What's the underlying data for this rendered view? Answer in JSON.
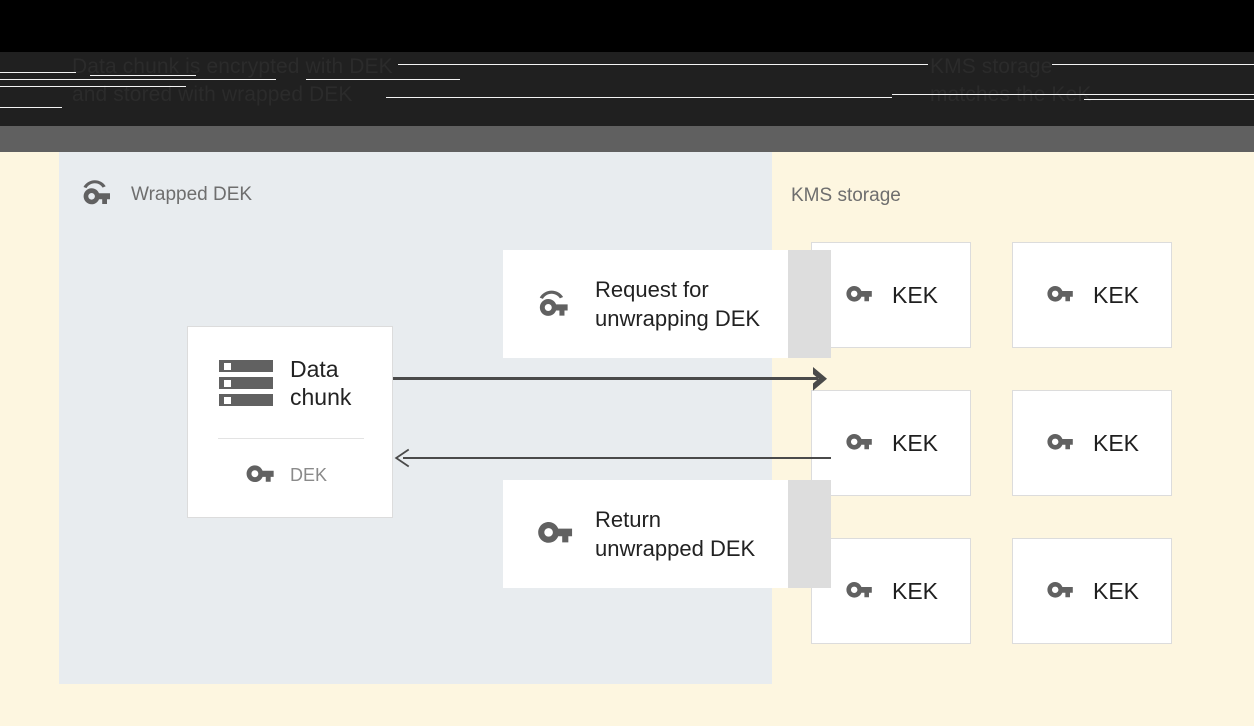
{
  "header": {
    "obscured_left_line1": "Data chunk is encrypted with DEK",
    "obscured_left_line2": "and stored with wrapped DEK",
    "obscured_right_line1": "KMS storage",
    "obscured_right_line2": "matches the KeK"
  },
  "panels": {
    "wrapped_dek": {
      "title": "Wrapped DEK",
      "icon": "wrapped-key-icon"
    },
    "kms_storage": {
      "title": "KMS storage"
    }
  },
  "cards": {
    "data_chunk": {
      "icon": "server-stack-icon",
      "label": "Data\nchunk",
      "key_icon": "key-icon",
      "key_label": "DEK"
    },
    "request": {
      "icon": "wrapped-key-icon",
      "label": "Request for\nunwrapping DEK"
    },
    "return": {
      "icon": "key-icon",
      "label": "Return\nunwrapped DEK"
    }
  },
  "arrows": [
    {
      "name": "request-arrow",
      "direction": "right"
    },
    {
      "name": "return-arrow",
      "direction": "left"
    }
  ],
  "kek_cards": [
    {
      "label": "KEK",
      "icon": "key-icon"
    },
    {
      "label": "KEK",
      "icon": "key-icon"
    },
    {
      "label": "KEK",
      "icon": "key-icon"
    },
    {
      "label": "KEK",
      "icon": "key-icon"
    },
    {
      "label": "KEK",
      "icon": "key-icon"
    },
    {
      "label": "KEK",
      "icon": "key-icon"
    }
  ],
  "colors": {
    "panel_wrapped_bg": "#e8ecef",
    "stage_bg": "#fdf6e0",
    "card_bg": "#ffffff",
    "card_shadow": "#dddddd",
    "icon_gray": "#616161",
    "arrow_gray": "#4a4a4a",
    "title_gray": "#6e6e6e",
    "header_black": "#000000",
    "header_dark": "#202020",
    "header_gray": "#606060"
  }
}
